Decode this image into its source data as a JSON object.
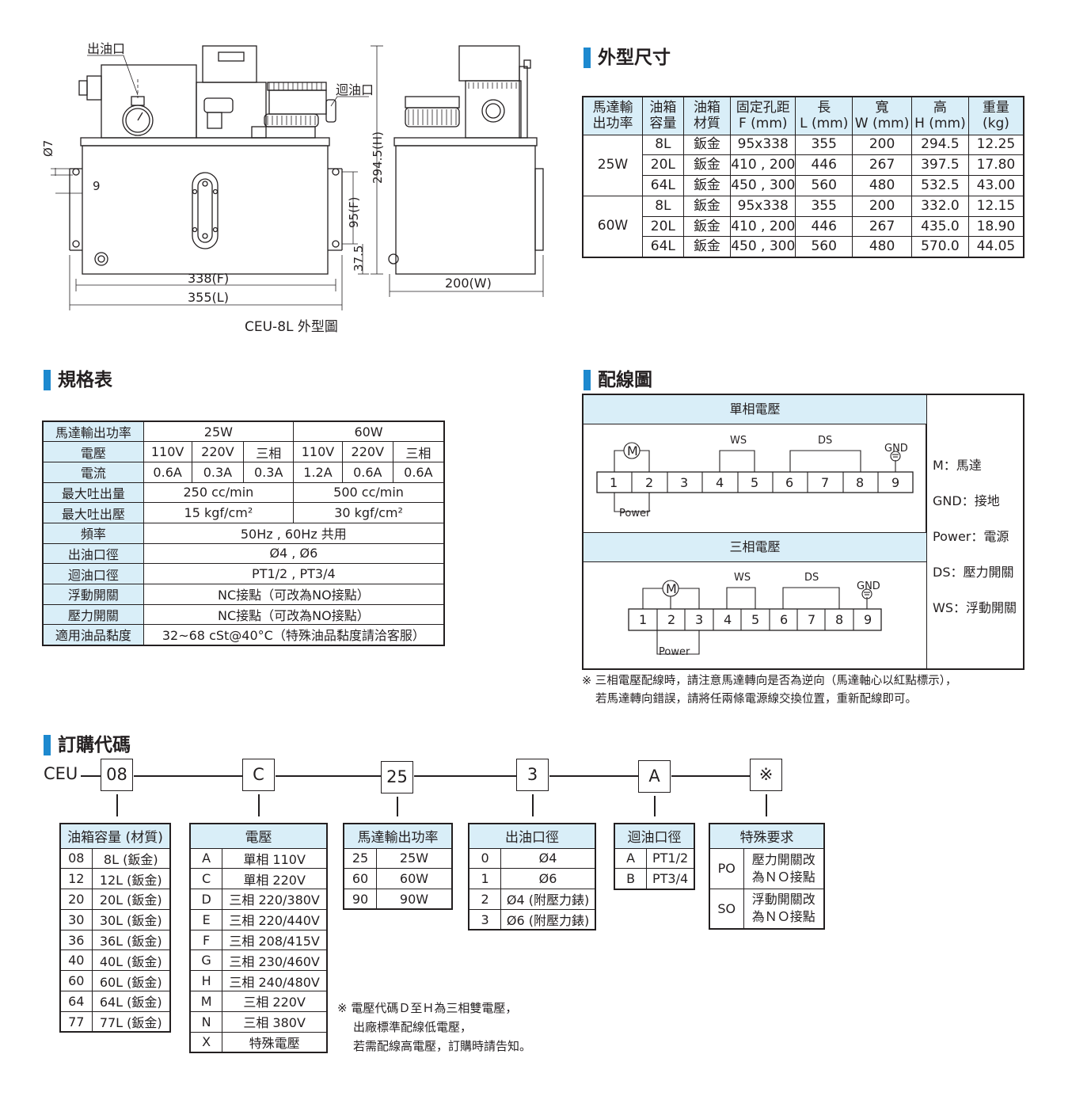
{
  "drawing": {
    "out_label": "出油口",
    "ret_label": "迴油口",
    "phi7": "Ø7",
    "nine": "9",
    "h_dim": "294.5(H)",
    "f_dim": "95(F)",
    "d375": "37.5",
    "f338": "338(F)",
    "l355": "355(L)",
    "w200": "200(W)",
    "caption": "CEU-8L 外型圖"
  },
  "outline": {
    "title": "外型尺寸",
    "headers": [
      [
        "馬達輸",
        "出功率"
      ],
      [
        "油箱",
        "容量"
      ],
      [
        "油箱",
        "材質"
      ],
      [
        "固定孔距",
        "F (mm)"
      ],
      [
        "長",
        "L (mm)"
      ],
      [
        "寬",
        "W (mm)"
      ],
      [
        "高",
        "H (mm)"
      ],
      [
        "重量",
        "(kg)"
      ]
    ],
    "groups": [
      {
        "power": "25W",
        "rows": [
          [
            "8L",
            "鈑金",
            "95x338",
            "355",
            "200",
            "294.5",
            "12.25"
          ],
          [
            "20L",
            "鈑金",
            "410 , 200",
            "446",
            "267",
            "397.5",
            "17.80"
          ],
          [
            "64L",
            "鈑金",
            "450 , 300",
            "560",
            "480",
            "532.5",
            "43.00"
          ]
        ]
      },
      {
        "power": "60W",
        "rows": [
          [
            "8L",
            "鈑金",
            "95x338",
            "355",
            "200",
            "332.0",
            "12.15"
          ],
          [
            "20L",
            "鈑金",
            "410 , 200",
            "446",
            "267",
            "435.0",
            "18.90"
          ],
          [
            "64L",
            "鈑金",
            "450 , 300",
            "560",
            "480",
            "570.0",
            "44.05"
          ]
        ]
      }
    ]
  },
  "spec": {
    "title": "規格表",
    "r_power": [
      "馬達輸出功率",
      "25W",
      "60W"
    ],
    "r_voltage": [
      "電壓",
      "110V",
      "220V",
      "三相",
      "110V",
      "220V",
      "三相"
    ],
    "r_current": [
      "電流",
      "0.6A",
      "0.3A",
      "0.3A",
      "1.2A",
      "0.6A",
      "0.6A"
    ],
    "r_flow": [
      "最大吐出量",
      "250 cc/min",
      "500 cc/min"
    ],
    "r_press": [
      "最大吐出壓",
      "15 kgf/cm²",
      "30 kgf/cm²"
    ],
    "r_single": [
      [
        "頻率",
        "50Hz , 60Hz 共用"
      ],
      [
        "出油口徑",
        "Ø4 , Ø6"
      ],
      [
        "迴油口徑",
        "PT1/2 , PT3/4"
      ],
      [
        "浮動開關",
        "NC接點（可改為NO接點）"
      ],
      [
        "壓力開關",
        "NC接點（可改為NO接點）"
      ],
      [
        "適用油品黏度",
        "32~68 cSt@40°C（特殊油品黏度請洽客服）"
      ]
    ]
  },
  "wiring": {
    "title": "配線圖",
    "single_title": "單相電壓",
    "three_title": "三相電壓",
    "m": "M",
    "ws": "WS",
    "ds": "DS",
    "gnd": "GND",
    "power": "Power",
    "terminals": [
      "1",
      "2",
      "3",
      "4",
      "5",
      "6",
      "7",
      "8",
      "9"
    ],
    "legend": [
      "M：馬達",
      "GND：接地",
      "Power：電源",
      "DS：壓力開關",
      "WS：浮動開關"
    ],
    "note1": "※ 三相電壓配線時，請注意馬達轉向是否為逆向（馬達軸心以紅點標示），",
    "note2": "若馬達轉向錯誤，請將任兩條電源線交換位置，重新配線即可。"
  },
  "order": {
    "title": "訂購代碼",
    "prefix": "CEU",
    "codes": [
      "08",
      "C",
      "25",
      "3",
      "A",
      "※"
    ],
    "tank": {
      "header": "油箱容量 (材質)",
      "rows": [
        [
          "08",
          "8L (鈑金)"
        ],
        [
          "12",
          "12L (鈑金)"
        ],
        [
          "20",
          "20L (鈑金)"
        ],
        [
          "30",
          "30L (鈑金)"
        ],
        [
          "36",
          "36L (鈑金)"
        ],
        [
          "40",
          "40L (鈑金)"
        ],
        [
          "60",
          "60L (鈑金)"
        ],
        [
          "64",
          "64L (鈑金)"
        ],
        [
          "77",
          "77L (鈑金)"
        ]
      ]
    },
    "voltage": {
      "header": "電壓",
      "rows": [
        [
          "A",
          "單相 110V"
        ],
        [
          "C",
          "單相 220V"
        ],
        [
          "D",
          "三相 220/380V"
        ],
        [
          "E",
          "三相 220/440V"
        ],
        [
          "F",
          "三相 208/415V"
        ],
        [
          "G",
          "三相 230/460V"
        ],
        [
          "H",
          "三相 240/480V"
        ],
        [
          "M",
          "三相 220V"
        ],
        [
          "N",
          "三相 380V"
        ],
        [
          "X",
          "特殊電壓"
        ]
      ]
    },
    "power": {
      "header": "馬達輸出功率",
      "rows": [
        [
          "25",
          "25W"
        ],
        [
          "60",
          "60W"
        ],
        [
          "90",
          "90W"
        ]
      ]
    },
    "outlet": {
      "header": "出油口徑",
      "rows": [
        [
          "0",
          "Ø4"
        ],
        [
          "1",
          "Ø6"
        ],
        [
          "2",
          "Ø4 (附壓力錶)"
        ],
        [
          "3",
          "Ø6 (附壓力錶)"
        ]
      ]
    },
    "return": {
      "header": "迴油口徑",
      "rows": [
        [
          "A",
          "PT1/2"
        ],
        [
          "B",
          "PT3/4"
        ]
      ]
    },
    "special": {
      "header": "特殊要求",
      "rows": [
        [
          "PO",
          "壓力開關改",
          "為ＮＯ接點"
        ],
        [
          "SO",
          "浮動開關改",
          "為ＮＯ接點"
        ]
      ]
    },
    "note": [
      "※ 電壓代碼Ｄ至Ｈ為三相雙電壓，",
      "出廠標準配線低電壓，",
      "若需配線高電壓，訂購時請告知。"
    ]
  },
  "colors": {
    "accent": "#1d89cf",
    "header_bg": "#d9eef8",
    "line": "#231f20"
  }
}
